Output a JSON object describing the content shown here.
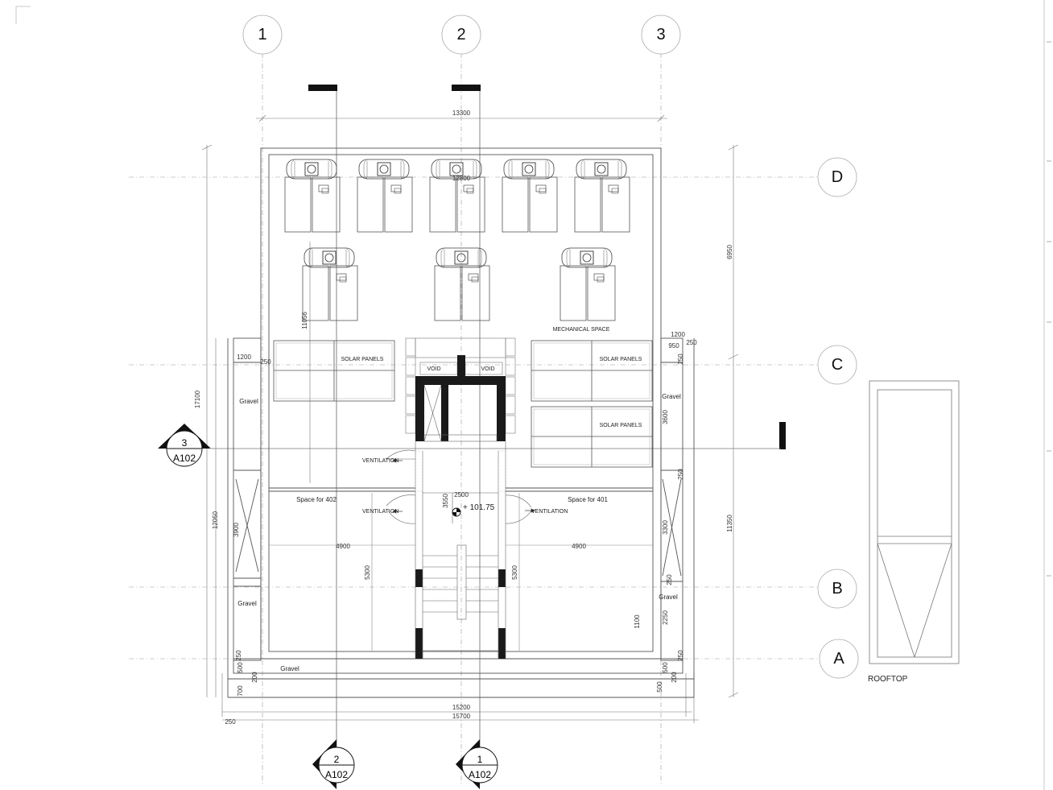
{
  "grid": {
    "columns": [
      "1",
      "2",
      "3"
    ],
    "rows": [
      "D",
      "C",
      "B",
      "A"
    ]
  },
  "dimensions": {
    "top_overall": "13300",
    "inner_width": "12800",
    "bottom_inner": "15200",
    "bottom_overall": "15700",
    "right_upper": "6950",
    "right_lower": "11350",
    "left_overall": "17100",
    "left_lower": "12050",
    "left_panel_height": "11056",
    "stair_width": "2500",
    "stair_height": "3550",
    "room_width_left": "4900",
    "room_width_right": "4900",
    "room_depth_left": "5300",
    "room_depth_right": "5300",
    "gravel_left_height": "3900",
    "gravel_right_upper": "3600",
    "gravel_right_middle": "3300",
    "gravel_right_lower": "2250",
    "parapet_1100": "1100",
    "right_top_1200": "1200",
    "right_top_950": "950",
    "right_top_250": "250",
    "left_top_1200": "1200",
    "left_top_250": "250",
    "right_250_a": "250",
    "right_250_b": "250",
    "right_250_c": "250",
    "right_250_d": "250",
    "bl_250": "250",
    "bl_500": "500",
    "bl_700": "700",
    "bl_200": "200",
    "br_500": "500",
    "br_200": "200",
    "br_500b": "500",
    "br_250": "250",
    "outer_250": "250"
  },
  "labels": {
    "mechanical_space": "MECHANICAL SPACE",
    "solar_panels_left": "SOLAR PANELS",
    "solar_panels_right_1": "SOLAR PANELS",
    "solar_panels_right_2": "SOLAR PANELS",
    "void_left": "VOID",
    "void_right": "VOID",
    "gravel_left_upper": "Gravel",
    "gravel_left_lower": "Gravel",
    "gravel_right_upper": "Gravel",
    "gravel_right_lower": "Gravel",
    "gravel_bottom": "Gravel",
    "space_402": "Space for 402",
    "space_401": "Space for 401",
    "ventilation_1": "VENTILATION",
    "ventilation_2": "VENTILATION",
    "ventilation_3": "VENTILATION",
    "level": "+ 101.75",
    "rooftop": "ROOFTOP"
  },
  "section_markers": [
    {
      "number": "3",
      "sheet": "A102"
    },
    {
      "number": "2",
      "sheet": "A102"
    },
    {
      "number": "1",
      "sheet": "A102"
    }
  ]
}
